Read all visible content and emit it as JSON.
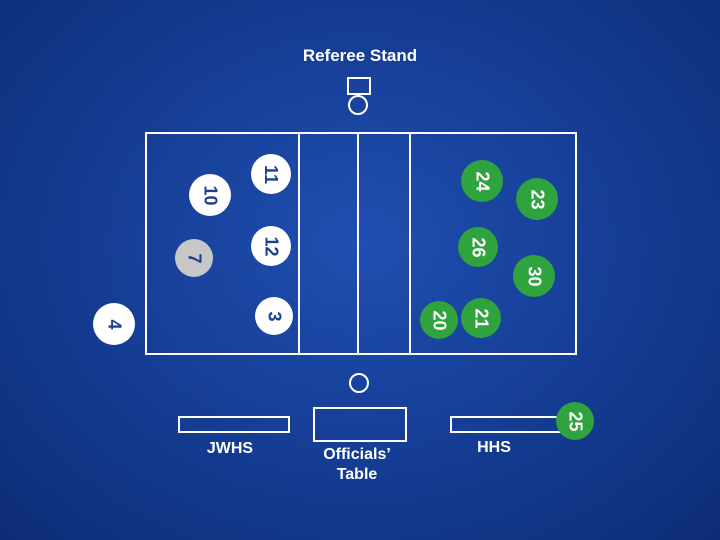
{
  "title": "Referee Stand",
  "labels": {
    "left_bench": "JWHS",
    "table_line1": "Officials’",
    "table_line2": "Table",
    "right_bench": "HHS"
  },
  "players": {
    "p4": "4",
    "p10": "10",
    "p7": "7",
    "p11": "11",
    "p12": "12",
    "p3": "3",
    "p20": "20",
    "p21": "21",
    "p26": "26",
    "p24": "24",
    "p23": "23",
    "p30": "30",
    "p25": "25"
  },
  "colors": {
    "background": "#163f98",
    "lines": "#ffffff",
    "team_green": "#2fa33d",
    "team_white": "#ffffff",
    "neutral_gray": "#c7c7c7",
    "number_blue": "#1d3f8f"
  }
}
